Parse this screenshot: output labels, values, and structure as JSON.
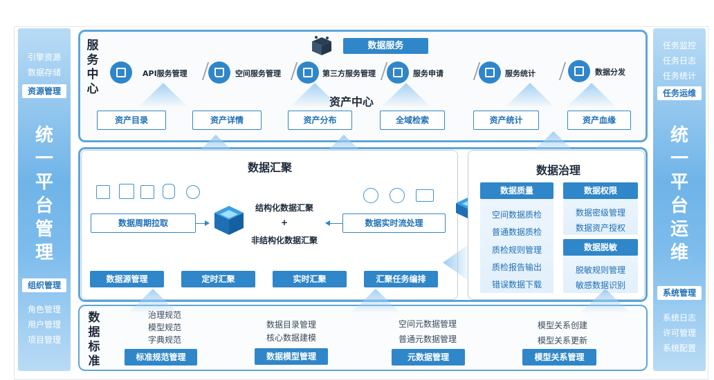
{
  "left_sidebar": {
    "links_top": [
      "引擎资源",
      "数据存储"
    ],
    "tag_top": "资源管理",
    "big_title": [
      "统",
      "一",
      "平",
      "台",
      "管",
      "理"
    ],
    "tag_bottom": "组织管理",
    "links_bottom": [
      "角色管理",
      "用户管理",
      "项目管理"
    ]
  },
  "right_sidebar": {
    "links_top": [
      "任务监控",
      "任务日志",
      "任务统计"
    ],
    "tag_top": "任务运维",
    "big_title": [
      "统",
      "一",
      "平",
      "台",
      "运",
      "维"
    ],
    "tag_bottom": "系统管理",
    "links_bottom": [
      "系统日志",
      "许可管理",
      "系统配置"
    ]
  },
  "service_center": {
    "label": [
      "服",
      "务",
      "中",
      "心"
    ],
    "data_service_label": "数据服务",
    "items": [
      "API服务管理",
      "空间服务管理",
      "第三方服务管理",
      "服务申请",
      "服务统计",
      "数据分发"
    ],
    "asset_center_title": "资产中心",
    "assets": [
      "资产目录",
      "资产详情",
      "资产分布",
      "全域检索",
      "资产统计",
      "资产血缘"
    ]
  },
  "data_aggregation": {
    "title": "数据汇聚",
    "periodic_pull": "数据周期拉取",
    "realtime_stream": "数据实时流处理",
    "center_lines": [
      "结构化数据汇聚",
      "+",
      "非结构化数据汇聚"
    ],
    "format_icons": [
      "image-file-icon",
      "doc-file-icon",
      "picture-icon",
      "database-icon",
      "globe-icon"
    ],
    "stream_icons": [
      "camera-icon",
      "satellite-icon",
      "video-icon"
    ],
    "buttons": [
      "数据源管理",
      "定时汇聚",
      "实时汇聚",
      "汇聚任务编排"
    ]
  },
  "data_governance": {
    "title": "数据治理",
    "quality": {
      "header": "数据质量",
      "items": [
        "空间数据质检",
        "普通数据质检",
        "质检规则管理",
        "质检报告输出",
        "错误数据下载"
      ]
    },
    "permission": {
      "header": "数据权限",
      "items": [
        "数据密级管理",
        "数据资产授权"
      ]
    },
    "masking": {
      "header": "数据脱敏",
      "items": [
        "脱敏规则管理",
        "敏感数据识别"
      ]
    }
  },
  "data_standard": {
    "label": [
      "数",
      "据",
      "标",
      "准"
    ],
    "groups": [
      {
        "lines": [
          "治理规范",
          "模型规范",
          "字典规范"
        ],
        "button": "标准规范管理"
      },
      {
        "lines": [
          "数据目录管理",
          "核心数据建模"
        ],
        "button": "数据模型管理"
      },
      {
        "lines": [
          "空间元数据管理",
          "普通元数据管理"
        ],
        "button": "元数据管理"
      },
      {
        "lines": [
          "模型关系创建",
          "模型关系更新"
        ],
        "button": "模型关系管理"
      }
    ]
  },
  "colors": {
    "accent": "#2f86c9",
    "panel_border": "#5aa6d9",
    "sidebar": "#6fb4e8"
  }
}
